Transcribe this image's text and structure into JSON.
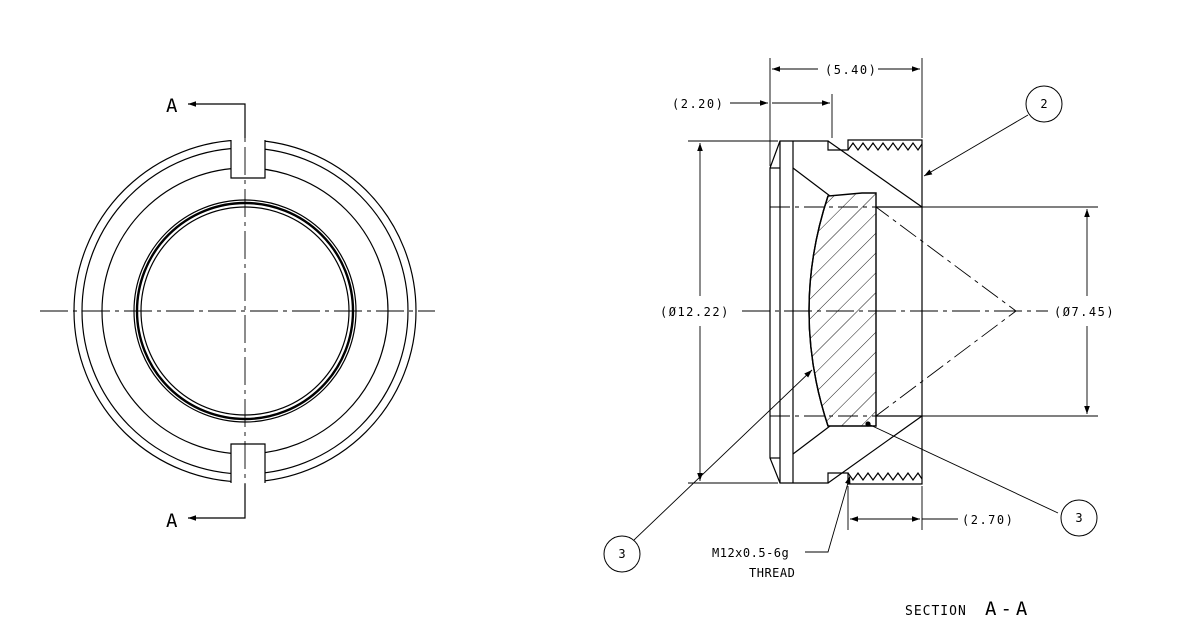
{
  "drawing": {
    "front_view": {
      "section_label_top": "A",
      "section_label_bottom": "A"
    },
    "section_view": {
      "dimensions": {
        "overall_length": "(5.40)",
        "flange_length": "(2.20)",
        "outer_diameter": "(Ø12.22)",
        "lens_diameter": "(Ø7.45)",
        "thread_length": "(2.70)"
      },
      "thread_note": {
        "line1": "M12x0.5-6g",
        "line2": "THREAD"
      },
      "balloons": [
        "2",
        "3",
        "3"
      ],
      "section_title_prefix": "SECTION",
      "section_title_name": "A-A"
    }
  }
}
